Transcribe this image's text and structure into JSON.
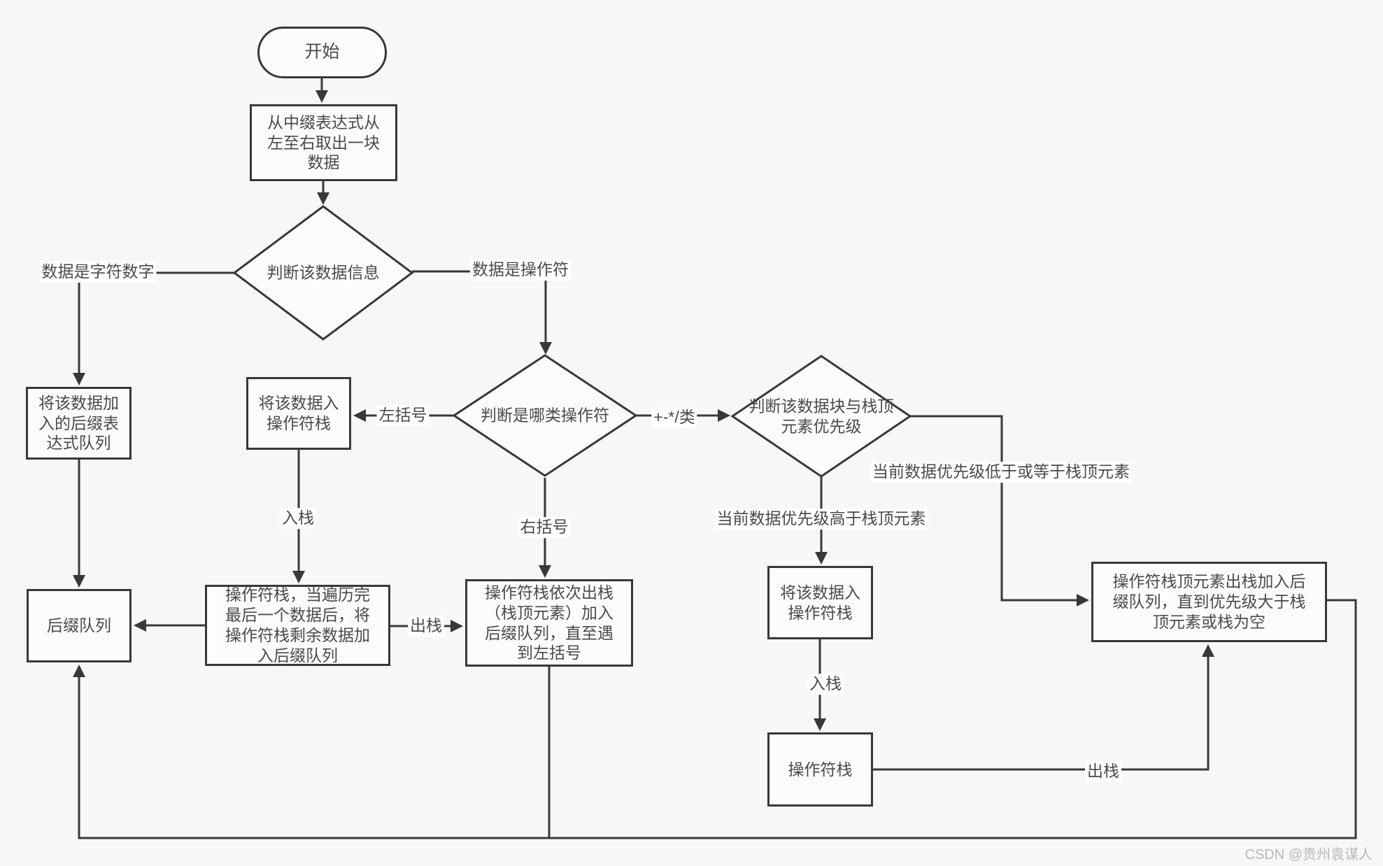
{
  "canvas": {
    "background": "#f7f7f7",
    "line_color": "#383838",
    "box_background": "#fcfcfc",
    "text_color": "#4a4a4a",
    "watermark_color": "#b9b9b9"
  },
  "nodes": {
    "start": {
      "label": "开始"
    },
    "read_data": {
      "label": "从中缀表达式从\n左至右取出一块\n数据"
    },
    "judge_info": {
      "label": "判断该数据信息"
    },
    "add_to_postfix": {
      "label": "将该数据加\n入的后缀表\n达式队列"
    },
    "postfix_queue": {
      "label": "后缀队列"
    },
    "push_op_left": {
      "label": "将该数据入\n操作符栈"
    },
    "op_stack_traverse": {
      "label": "操作符栈，当遍历完\n最后一个数据后，将\n操作符栈剩余数据加\n入后缀队列"
    },
    "judge_op_type": {
      "label": "判断是哪类操作符"
    },
    "pop_until_lparen": {
      "label": "操作符栈依次出栈\n（栈顶元素）加入\n后缀队列，直至遇\n到左括号"
    },
    "judge_priority": {
      "label": "判断该数据块与栈顶\n元素优先级"
    },
    "push_op_right": {
      "label": "将该数据入\n操作符栈"
    },
    "op_stack": {
      "label": "操作符栈"
    },
    "pop_until_greater": {
      "label": "操作符栈顶元素出栈加入后\n缀队列，直到优先级大于栈\n顶元素或栈为空"
    }
  },
  "edge_labels": {
    "char_digit": "数据是字符数字",
    "is_operator": "数据是操作符",
    "lparen": "左括号",
    "rparen": "右括号",
    "push_left": "入栈",
    "pop_middle": "出栈",
    "arith_class": "+-*/类",
    "higher_priority": "当前数据优先级高于栈顶元素",
    "lower_equal_priority": "当前数据优先级低于或等于栈顶元素",
    "push_right": "入栈",
    "pop_right": "出栈"
  },
  "watermark": "CSDN @贵州袁谋人"
}
